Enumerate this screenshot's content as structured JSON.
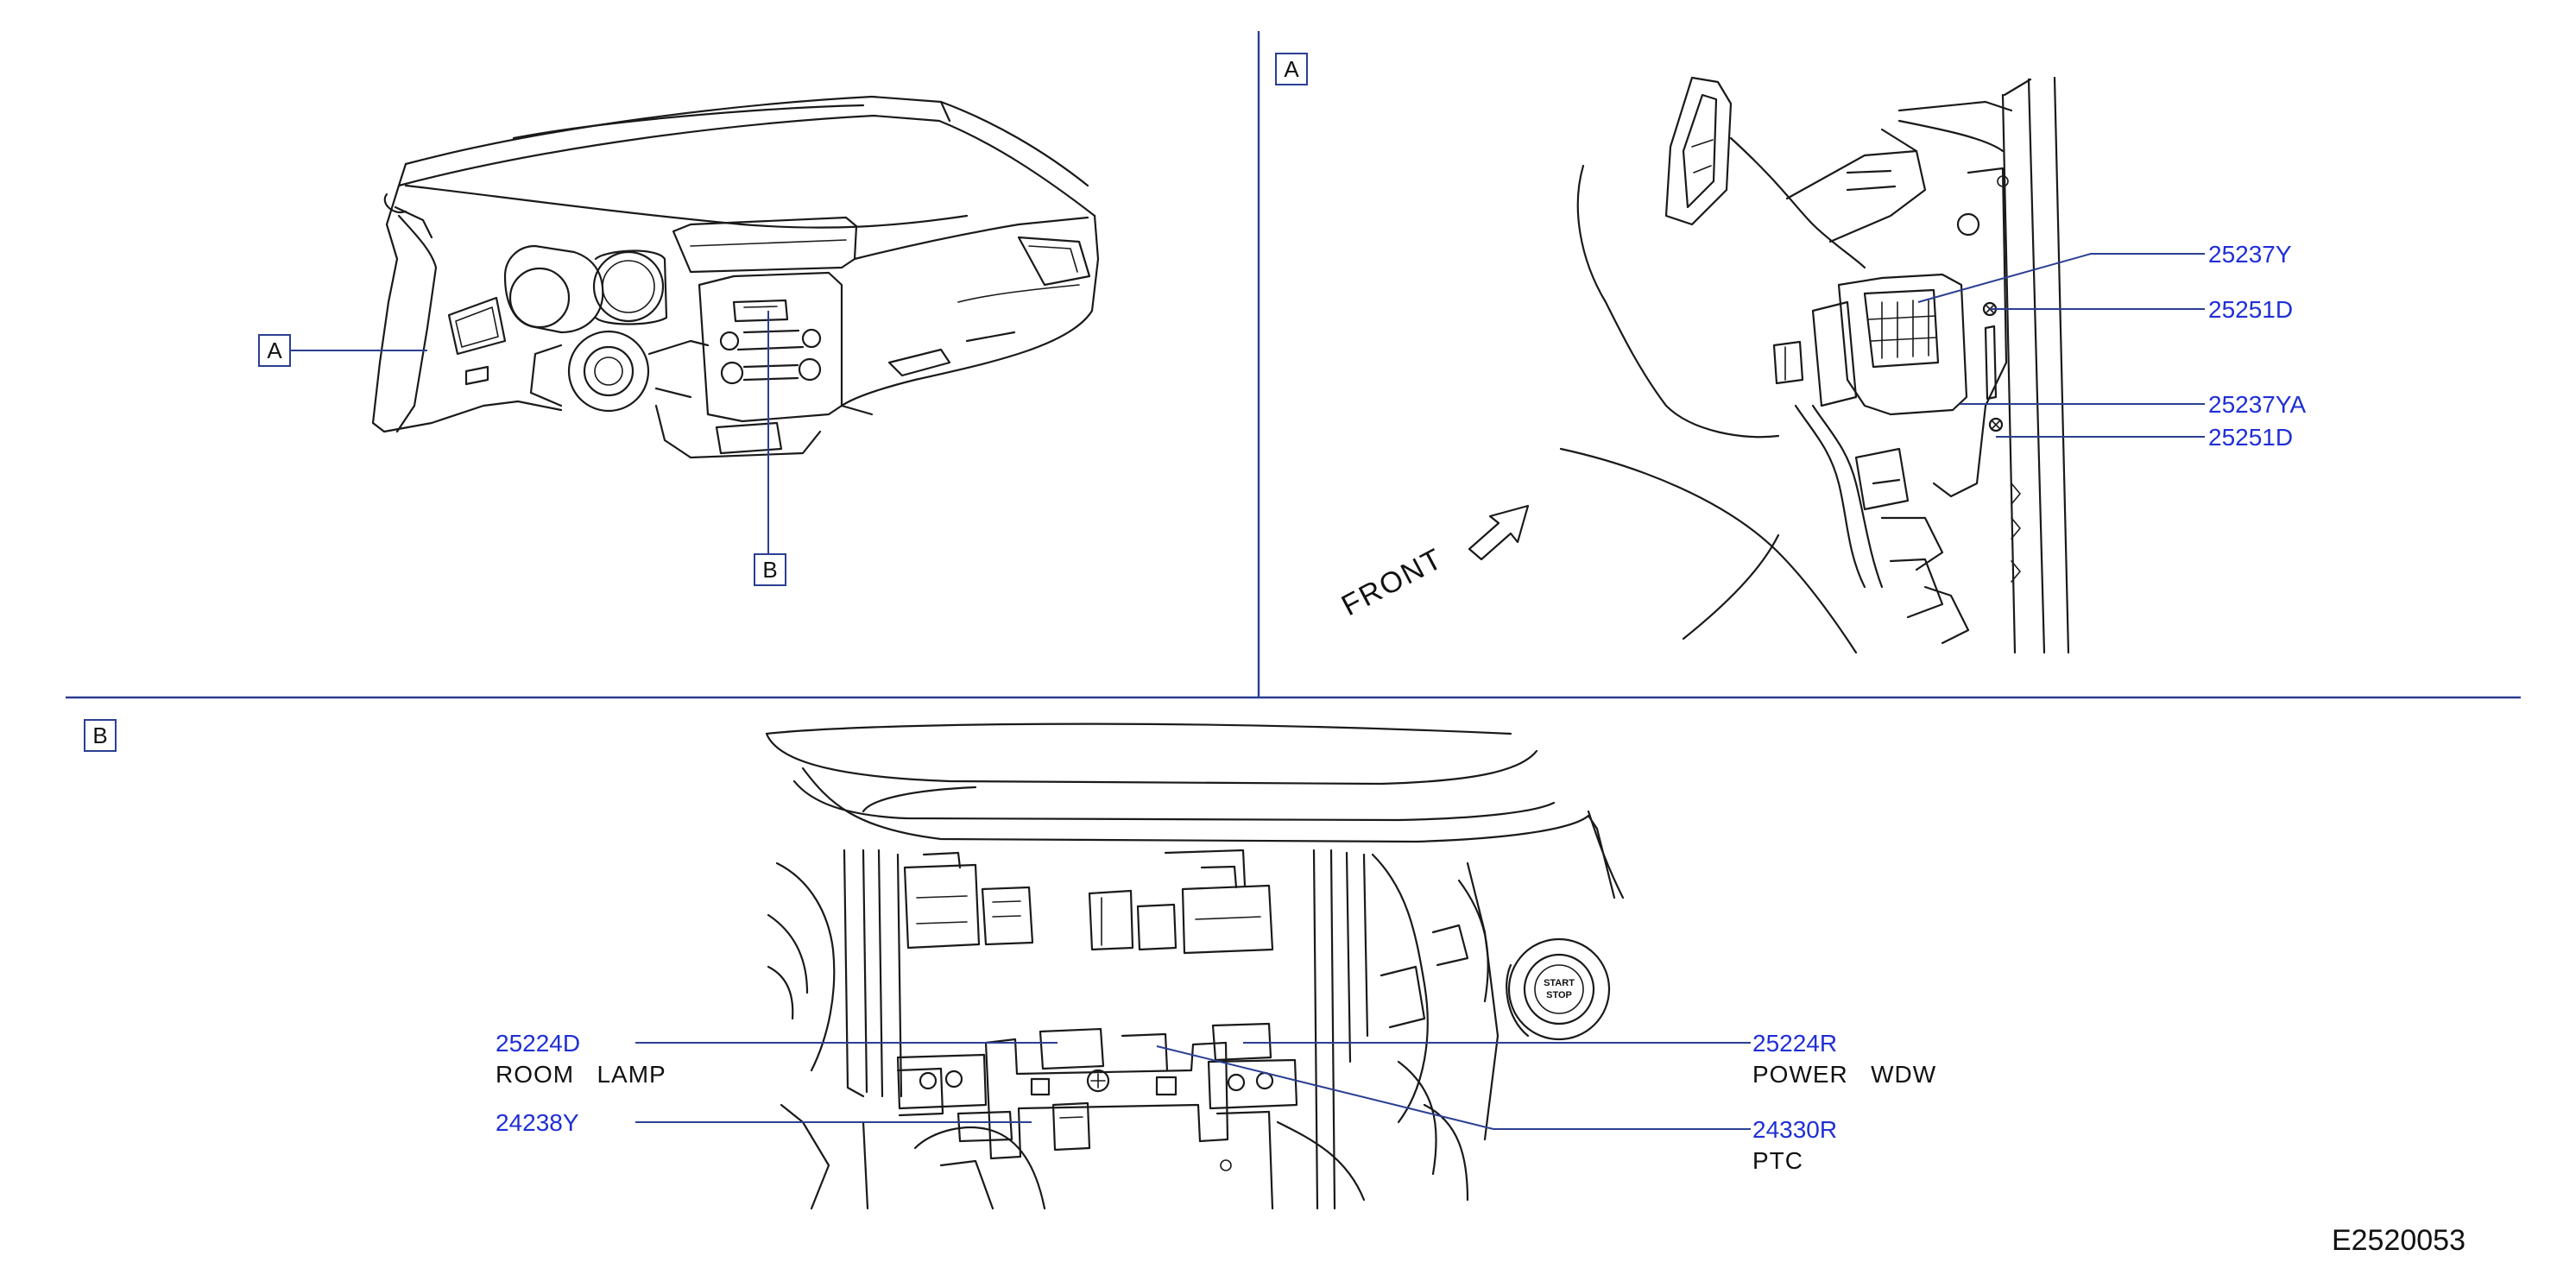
{
  "diagram_code": "E2520053",
  "callouts": {
    "a": "A",
    "b": "B"
  },
  "front_label": "FRONT",
  "view_a": {
    "parts": [
      {
        "part_no": "25237Y"
      },
      {
        "part_no": "25251D"
      },
      {
        "part_no": "25237YA"
      },
      {
        "part_no": "25251D"
      }
    ]
  },
  "view_b": {
    "start_stop_button": [
      "START",
      "STOP"
    ],
    "parts_left": [
      {
        "part_no": "25224D",
        "desc": "ROOM   LAMP"
      },
      {
        "part_no": "24238Y",
        "desc": ""
      }
    ],
    "parts_right": [
      {
        "part_no": "25224R",
        "desc": "POWER   WDW"
      },
      {
        "part_no": "24330R",
        "desc": "PTC"
      }
    ]
  },
  "colors": {
    "leader": "#2b3f93",
    "part_number": "#1f2fd6",
    "line_art": "#1a1a1a"
  }
}
